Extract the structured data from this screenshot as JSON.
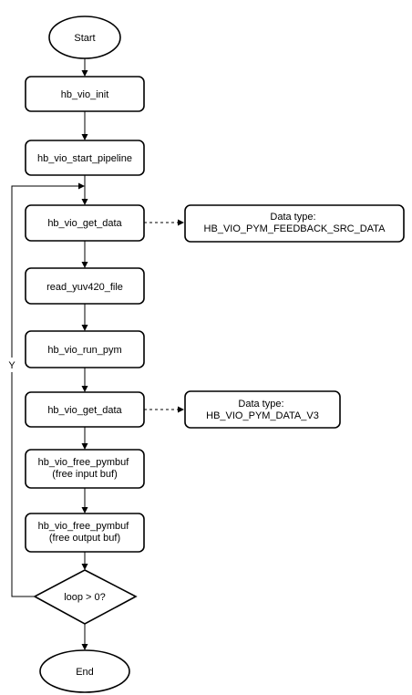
{
  "diagram": {
    "start": "Start",
    "end": "End",
    "steps": {
      "init": "hb_vio_init",
      "start_pipeline": "hb_vio_start_pipeline",
      "get_data_1": "hb_vio_get_data",
      "read_file": "read_yuv420_file",
      "run_pym": "hb_vio_run_pym",
      "get_data_2": "hb_vio_get_data",
      "free_input": [
        "hb_vio_free_pymbuf",
        "(free input buf)"
      ],
      "free_output": [
        "hb_vio_free_pymbuf",
        "(free output buf)"
      ]
    },
    "decision": "loop > 0?",
    "loop_label": "Y",
    "notes": {
      "note_1": [
        "Data type:",
        "HB_VIO_PYM_FEEDBACK_SRC_DATA"
      ],
      "note_2": [
        "Data type:",
        "HB_VIO_PYM_DATA_V3"
      ]
    }
  }
}
